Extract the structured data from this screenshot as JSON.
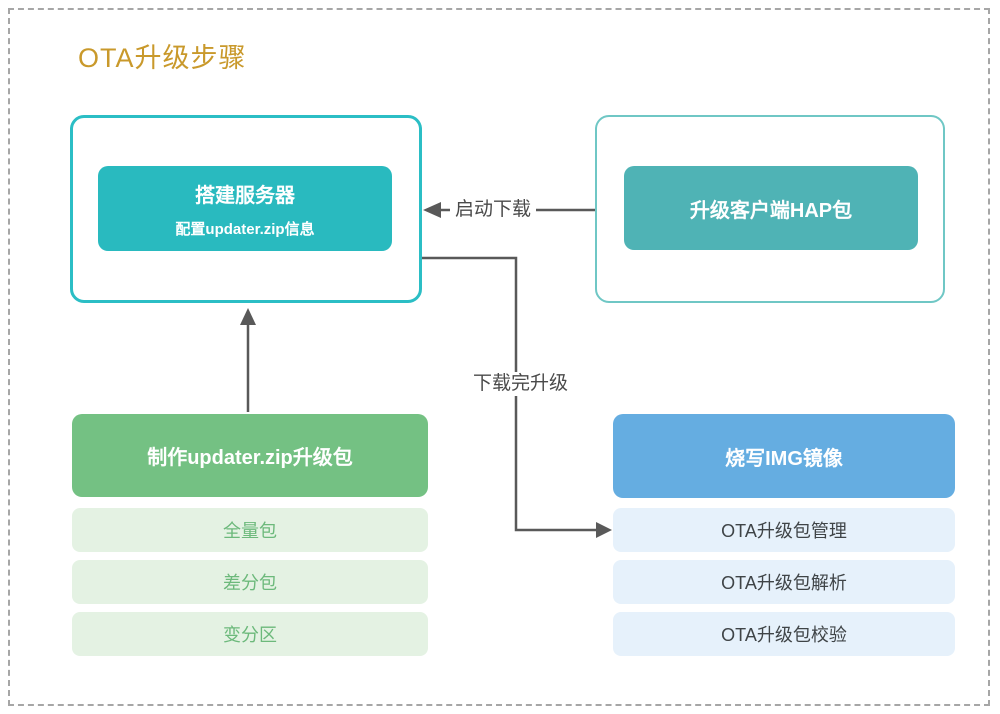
{
  "title": "OTA升级步骤",
  "server_group": {
    "main": "搭建服务器",
    "sub": "配置updater.zip信息"
  },
  "client_group": {
    "main": "升级客户端HAP包"
  },
  "package_group": {
    "header": "制作updater.zip升级包",
    "items": [
      "全量包",
      "差分包",
      "变分区"
    ]
  },
  "flash_group": {
    "header": "烧写IMG镜像",
    "items": [
      "OTA升级包管理",
      "OTA升级包解析",
      "OTA升级包校验"
    ]
  },
  "edges": {
    "start_download": "启动下载",
    "after_download": "下载完升级"
  },
  "colors": {
    "title_text": "#c9992b",
    "server_border": "#2bbec5",
    "server_fill": "#29babf",
    "client_border": "#6fc7c5",
    "client_fill": "#4fb3b5",
    "package_header_fill": "#74c183",
    "package_item_fill": "#e4f2e3",
    "package_item_text": "#6cb97b",
    "flash_header_fill": "#65ade1",
    "flash_item_fill": "#e6f1fb",
    "flash_item_text": "#3f4447",
    "connector": "#595959",
    "frame_dash": "#a6a6a6"
  }
}
